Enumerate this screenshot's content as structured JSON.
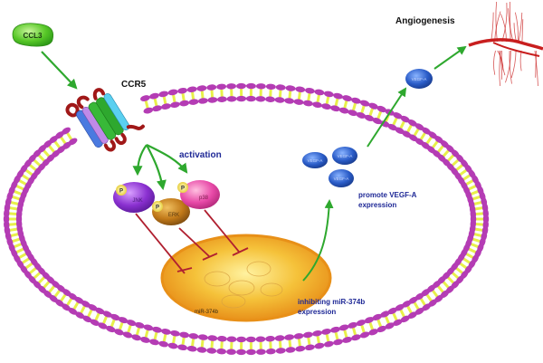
{
  "diagram": {
    "type": "signaling-pathway",
    "colors": {
      "membrane_head": "#b43cb4",
      "membrane_tail": "#e8f04a",
      "activation_arrow": "#2ea82e",
      "inhibition_bar": "#b02030",
      "nucleus": "#f0a820",
      "vegf": "#2a5cc8",
      "vessel": "#c81e1e",
      "label_blue": "#1e2896",
      "label_dark": "#111111"
    },
    "ligand": {
      "label": "CCL3"
    },
    "receptor": {
      "label": "CCR5"
    },
    "activation_label": "activation",
    "kinases": [
      {
        "id": "jnk",
        "label": "JNK",
        "phospho": "P"
      },
      {
        "id": "erk",
        "label": "ERK",
        "phospho": "P"
      },
      {
        "id": "p38",
        "label": "p38",
        "phospho": "P"
      }
    ],
    "nucleus": {
      "mirna_label": "miR-374b",
      "inhibit_label_line1": "inhibiting miR-374b",
      "inhibit_label_line2": "expression"
    },
    "vegf": {
      "molecule_label": "VEGF-A",
      "promote_label_line1": "promote VEGF-A",
      "promote_label_line2": "expression"
    },
    "outcome": {
      "label": "Angiogenesis"
    }
  }
}
